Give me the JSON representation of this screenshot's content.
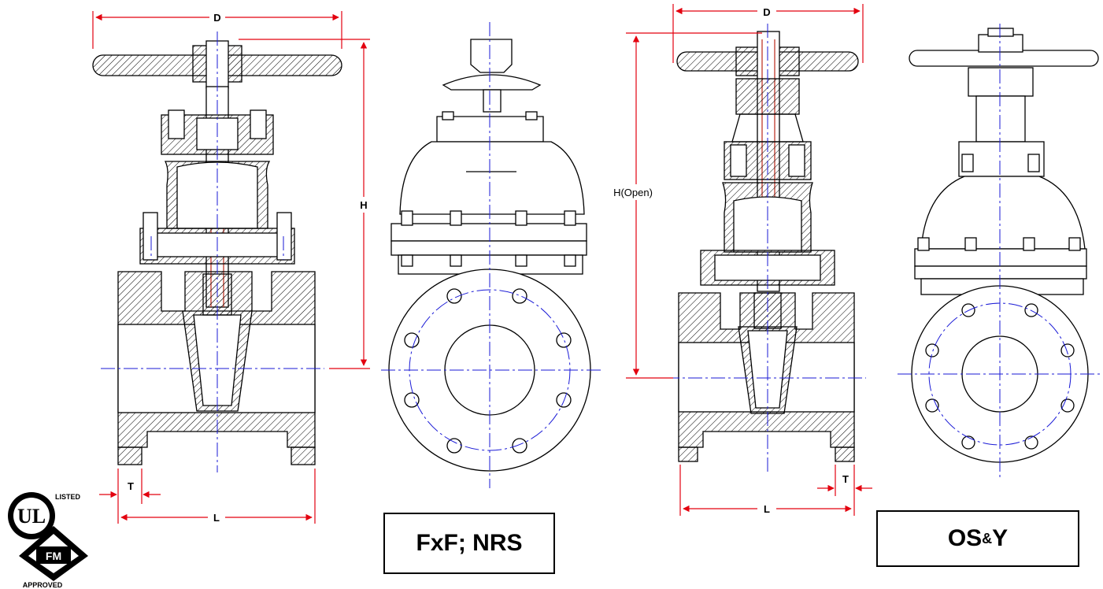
{
  "dimensions": {
    "left_width": "D",
    "left_height": "H",
    "left_length": "L",
    "left_flange": "T",
    "right_width": "D",
    "right_height": "H(Open)",
    "right_length": "L",
    "right_flange": "T"
  },
  "labels": {
    "nrs": "FxF; NRS",
    "osy_main": "OS",
    "osy_amp": "&",
    "osy_end": "Y"
  },
  "logos": {
    "ul": "UL",
    "ul_listed": "LISTED",
    "fm": "FM",
    "fm_approved": "APPROVED"
  },
  "colors": {
    "line": "#000000",
    "dimension": "#e3000f",
    "centerline": "#1a1ad6",
    "stem": "#c0392b"
  }
}
